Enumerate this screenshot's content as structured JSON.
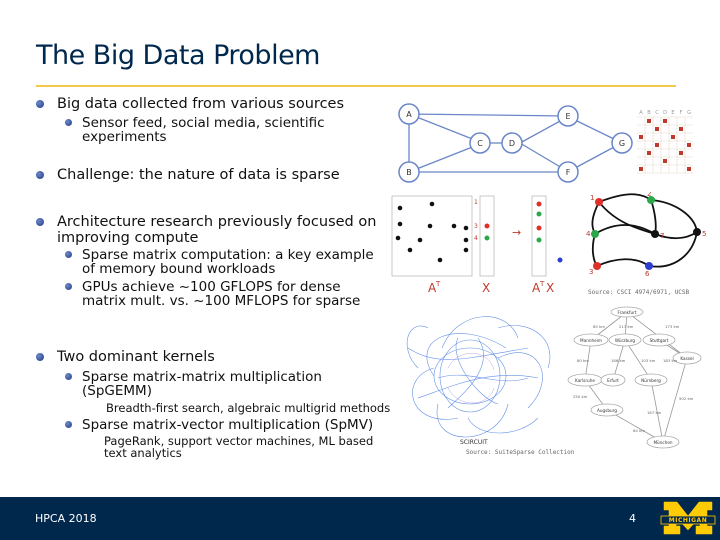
{
  "slide": {
    "title": "The Big Data Problem",
    "bullets": {
      "b1": "Big data collected from various sources",
      "b1_sub": "Sensor feed, social media, scientific experiments",
      "b2": "Challenge: the nature of data is sparse",
      "b3": "Architecture research previously focused on improving compute",
      "b3_sub1": "Sparse matrix computation: a key example of memory bound workloads",
      "b3_sub2": "GPUs achieve ~100 GFLOPS for dense matrix mult. vs. ~100 MFLOPS for sparse",
      "b4": "Two dominant kernels",
      "b4_sub1": "Sparse matrix-matrix multiplication (SpGEMM)",
      "b4_sub1_sub": "Breadth-first search, algebraic multigrid methods",
      "b4_sub2": "Sparse matrix-vector multiplication (SpMV)",
      "b4_sub2_sub": "PageRank, support vector machines, ML based text analytics"
    }
  },
  "figures": {
    "graph_nodes": [
      "A",
      "B",
      "C",
      "D",
      "E",
      "F",
      "G"
    ],
    "matrix_header": [
      "A",
      "B",
      "C",
      "D",
      "E",
      "F",
      "G"
    ],
    "spmv_labels": {
      "at": "A",
      "at_sup": "T",
      "x": "X",
      "atx": "A",
      "atx_sup": "T",
      "atx_tail": "X"
    },
    "spmv_vector_labels": [
      "1",
      "3",
      "4"
    ],
    "graph2_nodes": [
      "1",
      "2",
      "3",
      "4",
      "5",
      "6",
      "7"
    ],
    "source1": "Source: CSCI 4974/6971, UCSB",
    "city_nodes": [
      "Frankfurt",
      "Mannheim",
      "Würzburg",
      "Stuttgart",
      "Kassel",
      "Karlsruhe",
      "Erfurt",
      "Nürnberg",
      "Augsburg",
      "München"
    ],
    "city_edges": [
      "85 km",
      "217 km",
      "173 km",
      "80 km",
      "186 km",
      "103 km",
      "183 km",
      "250 km",
      "167 km",
      "502 km",
      "84 km"
    ],
    "scicuit_label": "SCIRCUIT",
    "source2": "Source: SuiteSparse Collection"
  },
  "footer": {
    "left": "HPCA 2018",
    "page": "4",
    "logo_text": "MICHIGAN"
  },
  "colors": {
    "title": "#00274c",
    "rule": "#f2c94c",
    "footer": "#00274c",
    "maize": "#ffcb05",
    "node_border": "#6a86c8",
    "graph_red": "#e0302a",
    "graph_green": "#2aa84a",
    "graph_blue": "#2d3fd0"
  }
}
